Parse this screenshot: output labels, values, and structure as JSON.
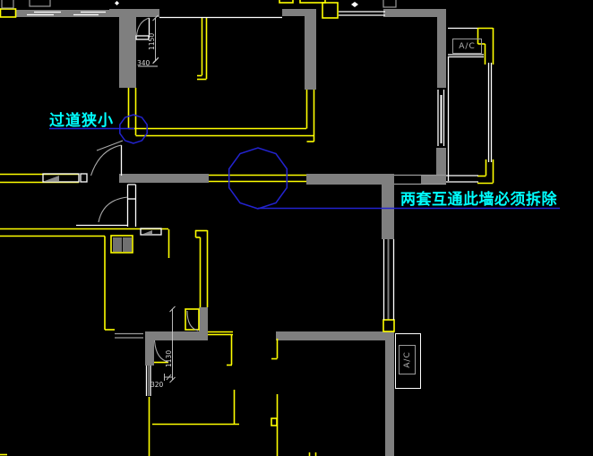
{
  "app": {
    "type": "cad-floor-plan-drawing"
  },
  "annotations": {
    "corridor": {
      "text": "过道狭小",
      "color": "#00ffff"
    },
    "demolish": {
      "text": "两套互通此墙必须拆除",
      "color": "#00ffff"
    }
  },
  "equipment_labels": {
    "ac_top": "A/C",
    "ac_bottom": "A/C"
  },
  "dimensions": {
    "entry_depth": "1150",
    "entry_offset": "340",
    "kitchen_depth": "1130",
    "kitchen_offset": "320"
  },
  "colors": {
    "background": "#000000",
    "wall_fill": "#7f7f7f",
    "wall_line_yellow": "#ffff00",
    "detail_line_white": "#ffffff",
    "annotation_cyan": "#00ffff",
    "markup_blue": "#2323cf",
    "dimension_text": "#d8d8d8"
  }
}
